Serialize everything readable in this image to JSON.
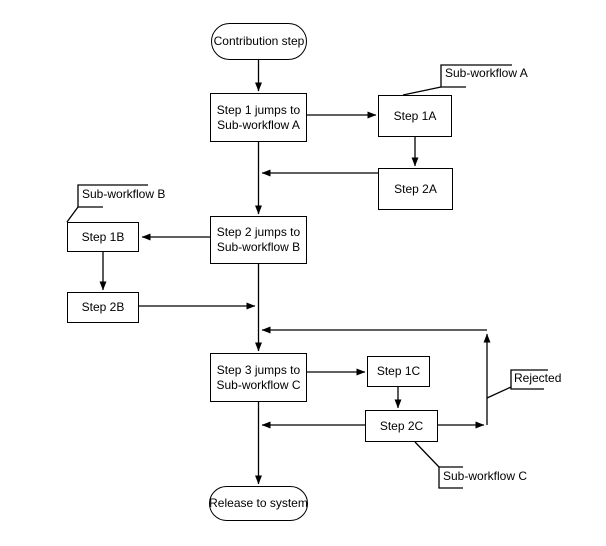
{
  "diagram": {
    "type": "flowchart",
    "nodes": {
      "start": {
        "shape": "terminator",
        "label": "Contribution step"
      },
      "step1": {
        "shape": "process",
        "line1": "Step 1 jumps to",
        "line2": "Sub-workflow A"
      },
      "step1a": {
        "shape": "process",
        "label": "Step 1A"
      },
      "step2a": {
        "shape": "process",
        "label": "Step 2A"
      },
      "step2": {
        "shape": "process",
        "line1": "Step 2 jumps to",
        "line2": "Sub-workflow B"
      },
      "step1b": {
        "shape": "process",
        "label": "Step 1B"
      },
      "step2b": {
        "shape": "process",
        "label": "Step 2B"
      },
      "step3": {
        "shape": "process",
        "line1": "Step 3 jumps to",
        "line2": "Sub-workflow C"
      },
      "step1c": {
        "shape": "process",
        "label": "Step 1C"
      },
      "step2c": {
        "shape": "process",
        "label": "Step 2C"
      },
      "end": {
        "shape": "terminator",
        "label": "Release to system"
      }
    },
    "callouts": {
      "subworkflow_a": {
        "label": "Sub-workflow A",
        "attached_to": "step1a"
      },
      "subworkflow_b": {
        "label": "Sub-workflow B",
        "attached_to": "step1b"
      },
      "rejected": {
        "label": "Rejected",
        "attached_to": "rejected-return-line"
      },
      "subworkflow_c": {
        "label": "Sub-workflow C",
        "attached_to": "step2c"
      }
    },
    "edges": [
      {
        "from": "start",
        "to": "step1"
      },
      {
        "from": "step1",
        "to": "step1a"
      },
      {
        "from": "step1a",
        "to": "step2a"
      },
      {
        "from": "step2a",
        "to": "main-line"
      },
      {
        "from": "step1",
        "to": "step2"
      },
      {
        "from": "step2",
        "to": "step1b"
      },
      {
        "from": "step1b",
        "to": "step2b"
      },
      {
        "from": "step2b",
        "to": "main-line"
      },
      {
        "from": "step2",
        "to": "step3"
      },
      {
        "from": "step3",
        "to": "step1c"
      },
      {
        "from": "step1c",
        "to": "step2c"
      },
      {
        "from": "step2c",
        "to": "main-line"
      },
      {
        "from": "step2c",
        "to": "rejected-line"
      },
      {
        "from": "rejected-line",
        "to": "main-line"
      },
      {
        "from": "step3",
        "to": "end"
      }
    ],
    "colors": {
      "background": "#ffffff",
      "stroke": "#000000",
      "node_fill": "#ffffff",
      "text": "#000000"
    }
  }
}
